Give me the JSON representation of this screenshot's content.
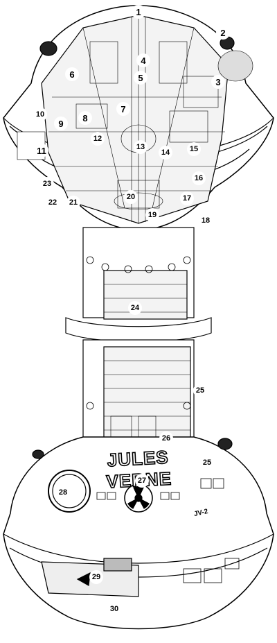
{
  "hull_markings": {
    "name": "JULES VERNE",
    "code": "JV-2"
  },
  "callouts": [
    "1",
    "2",
    "3",
    "4",
    "5",
    "6",
    "7",
    "8",
    "9",
    "10",
    "11",
    "12",
    "13",
    "14",
    "15",
    "16",
    "17",
    "18",
    "19",
    "20",
    "21",
    "22",
    "23",
    "24",
    "25",
    "26",
    "27",
    "28",
    "29",
    "30"
  ]
}
